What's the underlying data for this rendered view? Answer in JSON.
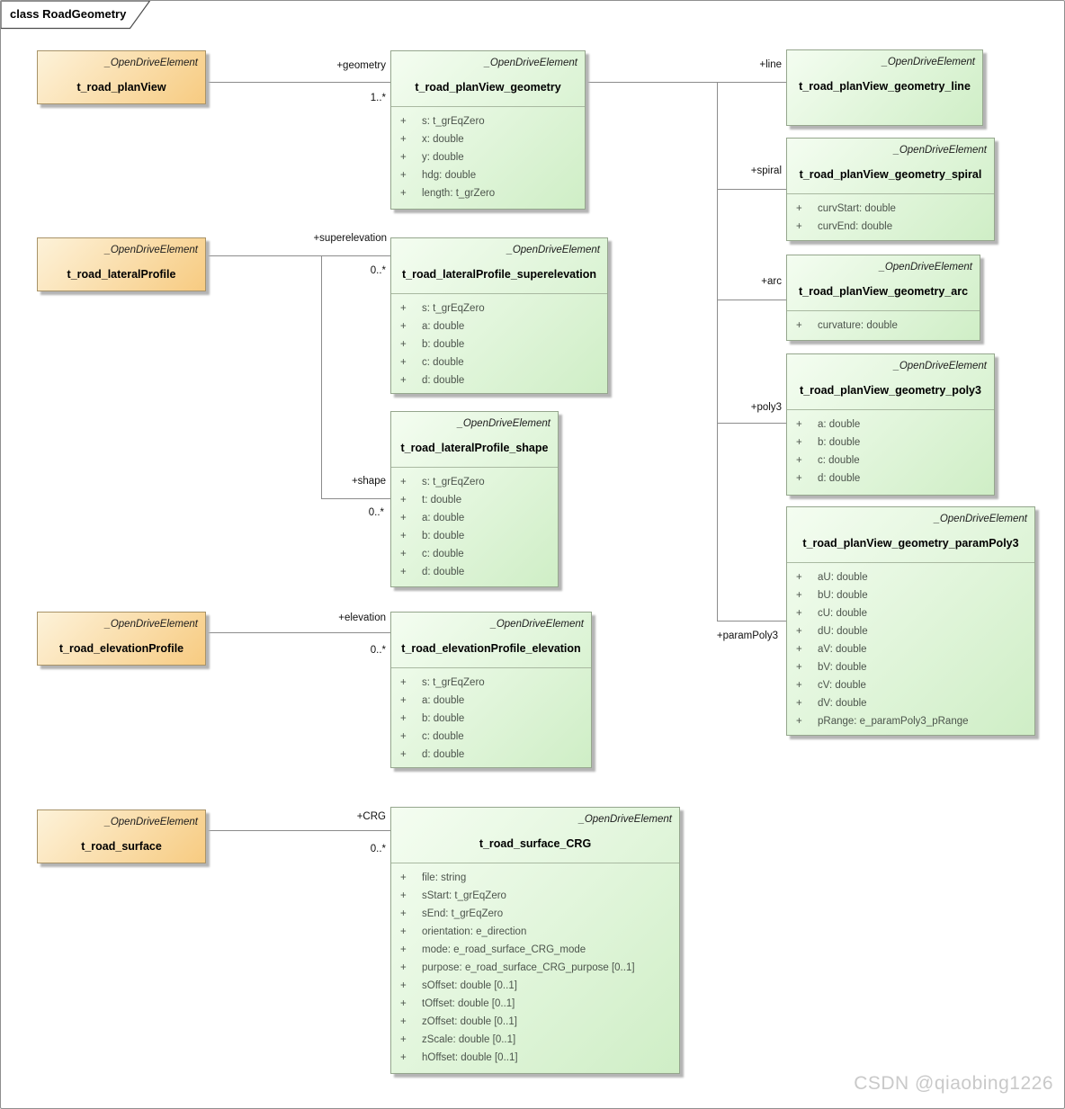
{
  "frame": {
    "tab_label": "class RoadGeometry"
  },
  "watermark": {
    "text": "CSDN @qiaobing1226"
  },
  "ui": {
    "plus": "+"
  },
  "colors": {
    "orange_fill_start": "#fdf2d9",
    "orange_fill_end": "#f7cb81",
    "green_fill_start": "#f4fdf1",
    "green_fill_end": "#cfeec6",
    "connector_line": "#8c8c8c",
    "watermark_text": "#c9c9c9"
  },
  "classes": [
    {
      "stereotype": "_OpenDriveElement",
      "name": "t_road_planView",
      "attributes": []
    },
    {
      "stereotype": "_OpenDriveElement",
      "name": "t_road_lateralProfile",
      "attributes": []
    },
    {
      "stereotype": "_OpenDriveElement",
      "name": "t_road_elevationProfile",
      "attributes": []
    },
    {
      "stereotype": "_OpenDriveElement",
      "name": "t_road_surface",
      "attributes": []
    },
    {
      "stereotype": "_OpenDriveElement",
      "name": "t_road_planView_geometry",
      "attributes": [
        "s: t_grEqZero",
        "x: double",
        "y: double",
        "hdg: double",
        "length: t_grZero"
      ]
    },
    {
      "stereotype": "_OpenDriveElement",
      "name": "t_road_lateralProfile_superelevation",
      "attributes": [
        "s: t_grEqZero",
        "a: double",
        "b: double",
        "c: double",
        "d: double"
      ]
    },
    {
      "stereotype": "_OpenDriveElement",
      "name": "t_road_lateralProfile_shape",
      "attributes": [
        "s: t_grEqZero",
        "t: double",
        "a: double",
        "b: double",
        "c: double",
        "d: double"
      ]
    },
    {
      "stereotype": "_OpenDriveElement",
      "name": "t_road_elevationProfile_elevation",
      "attributes": [
        "s: t_grEqZero",
        "a: double",
        "b: double",
        "c: double",
        "d: double"
      ]
    },
    {
      "stereotype": "_OpenDriveElement",
      "name": "t_road_surface_CRG",
      "attributes": [
        "file: string",
        "sStart: t_grEqZero",
        "sEnd: t_grEqZero",
        "orientation: e_direction",
        "mode: e_road_surface_CRG_mode",
        "purpose: e_road_surface_CRG_purpose [0..1]",
        "sOffset: double [0..1]",
        "tOffset: double [0..1]",
        "zOffset: double [0..1]",
        "zScale: double [0..1]",
        "hOffset: double [0..1]"
      ]
    },
    {
      "stereotype": "_OpenDriveElement",
      "name": "t_road_planView_geometry_line",
      "attributes": []
    },
    {
      "stereotype": "_OpenDriveElement",
      "name": "t_road_planView_geometry_spiral",
      "attributes": [
        "curvStart: double",
        "curvEnd: double"
      ]
    },
    {
      "stereotype": "_OpenDriveElement",
      "name": "t_road_planView_geometry_arc",
      "attributes": [
        "curvature: double"
      ]
    },
    {
      "stereotype": "_OpenDriveElement",
      "name": "t_road_planView_geometry_poly3",
      "attributes": [
        "a: double",
        "b: double",
        "c: double",
        "d: double"
      ]
    },
    {
      "stereotype": "_OpenDriveElement",
      "name": "t_road_planView_geometry_paramPoly3",
      "attributes": [
        "aU: double",
        "bU: double",
        "cU: double",
        "dU: double",
        "aV: double",
        "bV: double",
        "cV: double",
        "dV: double",
        "pRange: e_paramPoly3_pRange"
      ]
    }
  ],
  "connections": [
    {
      "role": "+geometry",
      "multiplicity": "1..*"
    },
    {
      "role": "+superelevation",
      "multiplicity": "0..*"
    },
    {
      "role": "+shape",
      "multiplicity": "0..*"
    },
    {
      "role": "+elevation",
      "multiplicity": "0..*"
    },
    {
      "role": "+CRG",
      "multiplicity": "0..*"
    },
    {
      "role": "+line"
    },
    {
      "role": "+spiral"
    },
    {
      "role": "+arc"
    },
    {
      "role": "+poly3"
    },
    {
      "role": "+paramPoly3"
    }
  ]
}
